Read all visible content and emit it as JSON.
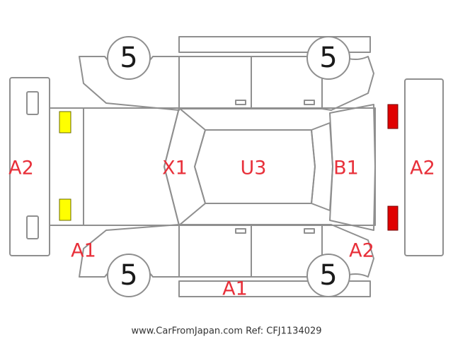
{
  "tires": {
    "front_left": "5",
    "front_right": "5",
    "rear_left": "5",
    "rear_right": "5"
  },
  "damage_codes": {
    "front_bumper": "A2",
    "rear_bumper": "A2",
    "hood": "X1",
    "roof": "U3",
    "back_door": "B1",
    "left_front_corner": "A1",
    "left_rear_corner": "A2",
    "left_rocker": "A1"
  },
  "lights": {
    "front_color": "#ffff00",
    "rear_color": "#e00000"
  },
  "colors": {
    "code_text": "#e8303a",
    "outline": "#8f8f8f"
  },
  "footer": "www.CarFromJapan.com Ref: CFJ1134029"
}
